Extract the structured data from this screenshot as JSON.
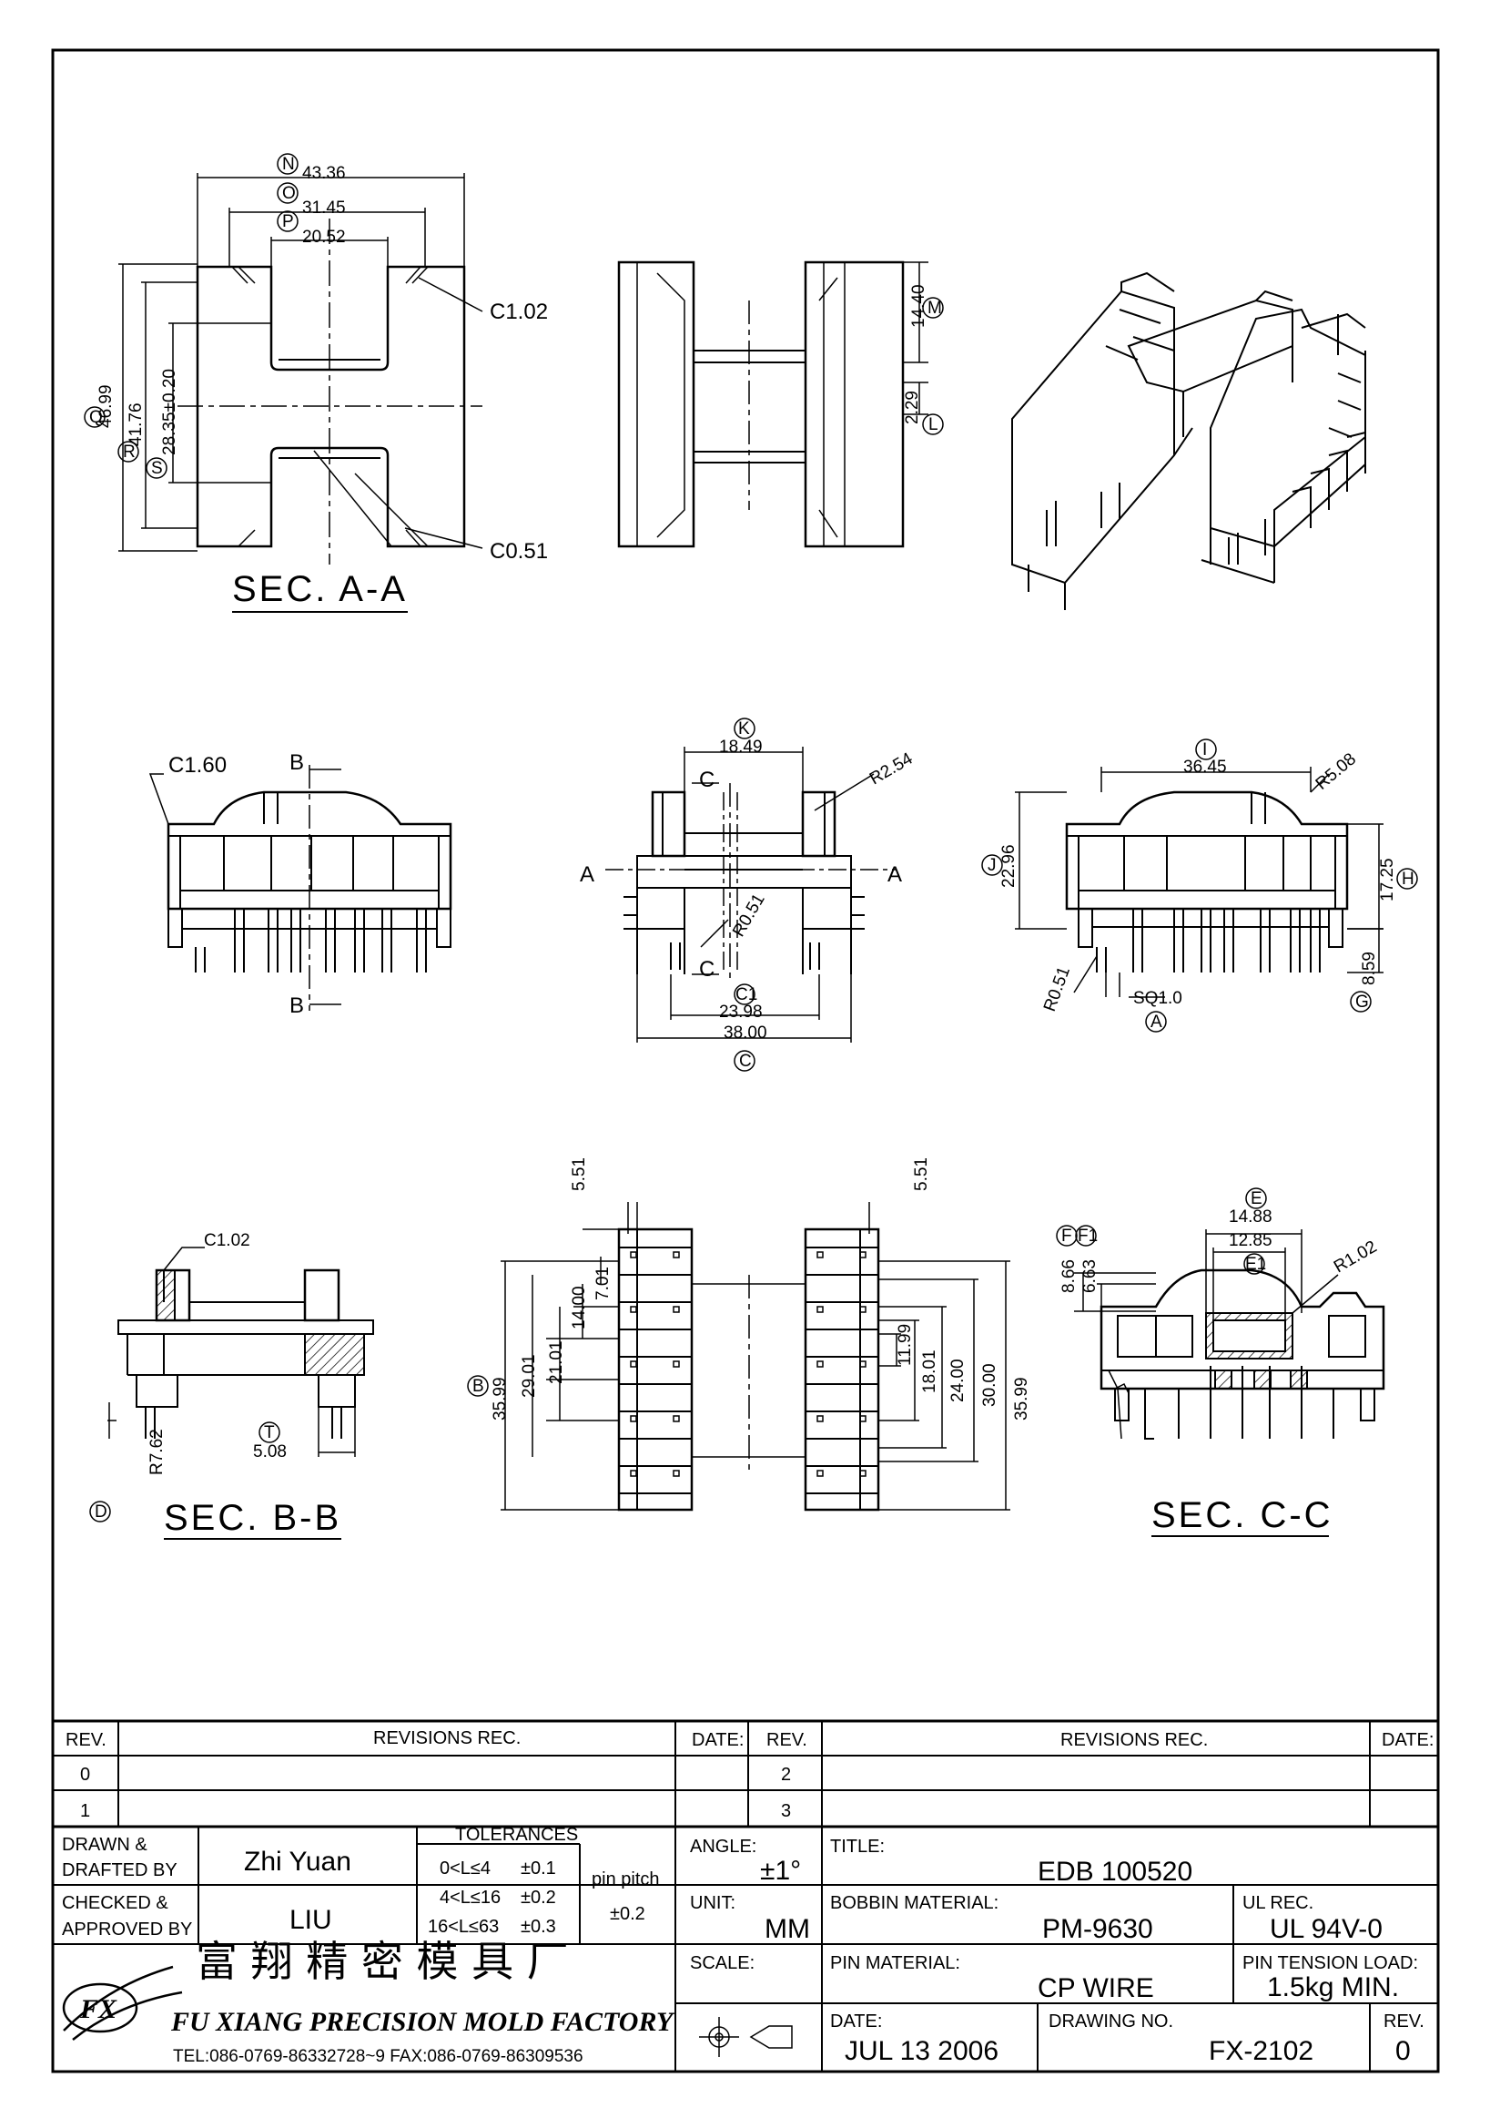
{
  "views": {
    "sec_aa": {
      "title": "SEC. A-A",
      "dim_n": "43.36",
      "dim_o": "31.45",
      "dim_p": "20.52",
      "dim_q": "46.99",
      "dim_r": "41.76",
      "dim_s": "28.35±0.20",
      "chamfer_top": "C1.02",
      "chamfer_bottom": "C0.51",
      "balloon_n": "N",
      "balloon_o": "O",
      "balloon_p": "P",
      "balloon_q": "Q",
      "balloon_r": "R",
      "balloon_s": "S"
    },
    "top_view": {
      "dim_m": "14.40",
      "dim_l": "2.29",
      "balloon_m": "M",
      "balloon_l": "L"
    },
    "front_view": {
      "chamfer": "C1.60",
      "cut_b": "B"
    },
    "side_view": {
      "dim_k": "18.49",
      "radius_top": "R2.54",
      "radius_inner": "R0.51",
      "dim_c1": "23.98",
      "dim_c": "38.00",
      "cut_c": "C",
      "cut_a": "A",
      "balloon_k": "K",
      "balloon_c1": "C1",
      "balloon_c": "C"
    },
    "right_view": {
      "dim_i": "36.45",
      "radius": "R5.08",
      "dim_j": "22.96",
      "dim_h": "17.25",
      "dim_g": "8.59",
      "radius_pin": "R0.51",
      "pin_sq": "SQ1.0",
      "balloon_i": "I",
      "balloon_j": "J",
      "balloon_h": "H",
      "balloon_g": "G",
      "balloon_a": "A"
    },
    "sec_bb": {
      "title": "SEC. B-B",
      "chamfer": "C1.02",
      "radius": "R7.62",
      "dim_t": "5.08",
      "balloon_t": "T",
      "balloon_d": "D"
    },
    "bottom_view": {
      "dim_top": "5.51",
      "dim_pitch": "7.01",
      "dim_b": "35.99",
      "dims_left": [
        "29.01",
        "21.01",
        "14.00"
      ],
      "dims_right": [
        "11.99",
        "18.01",
        "24.00",
        "30.00",
        "35.99"
      ],
      "balloon_b": "B"
    },
    "sec_cc": {
      "title": "SEC. C-C",
      "dim_e": "14.88",
      "dim_e1": "12.85",
      "dim_f": "8.66",
      "dim_f1": "6.63",
      "radius": "R1.02",
      "balloon_e": "E",
      "balloon_e1": "E1",
      "balloon_f": "F",
      "balloon_f1": "F1"
    }
  },
  "title_block": {
    "headers": {
      "rev": "REV.",
      "revisions": "REVISIONS  REC.",
      "date": "DATE:"
    },
    "rev_rows": [
      "0",
      "1"
    ],
    "rev_rows_right": [
      "2",
      "3"
    ],
    "drawn_label": [
      "DRAWN &",
      "DRAFTED BY"
    ],
    "drawn_value": "Zhi Yuan",
    "checked_label": [
      "CHECKED &",
      "APPROVED BY"
    ],
    "checked_value": "LIU",
    "tolerances_label": "TOLERANCES",
    "tolerances": [
      {
        "range": "0<L≤4",
        "value": "±0.1"
      },
      {
        "range": "4<L≤16",
        "value": "±0.2"
      },
      {
        "range": "16<L≤63",
        "value": "±0.3"
      }
    ],
    "pin_pitch_label": "pin pitch",
    "pin_pitch_value": "±0.2",
    "angle_label": "ANGLE:",
    "angle_value": "±1°",
    "unit_label": "UNIT:",
    "unit_value": "MM",
    "scale_label": "SCALE:",
    "title_label": "TITLE:",
    "title_value": "EDB 100520",
    "bobbin_label": "BOBBIN MATERIAL:",
    "bobbin_value": "PM-9630",
    "ul_label": "UL REC.",
    "ul_value": "UL 94V-0",
    "pin_mat_label": "PIN MATERIAL:",
    "pin_mat_value": "CP WIRE",
    "tension_label": "PIN TENSION LOAD:",
    "tension_value": "1.5kg MIN.",
    "date_label": "DATE:",
    "date_value": "JUL 13 2006",
    "drawing_no_label": "DRAWING NO.",
    "drawing_no_value": "FX-2102",
    "rev_label": "REV.",
    "rev_value": "0",
    "company_cn": "富 翔 精 密 模 具 厂",
    "company_en": "FU XIANG PRECISION MOLD FACTORY",
    "contact": "TEL:086-0769-86332728~9  FAX:086-0769-86309536",
    "logo_text": "FX"
  }
}
